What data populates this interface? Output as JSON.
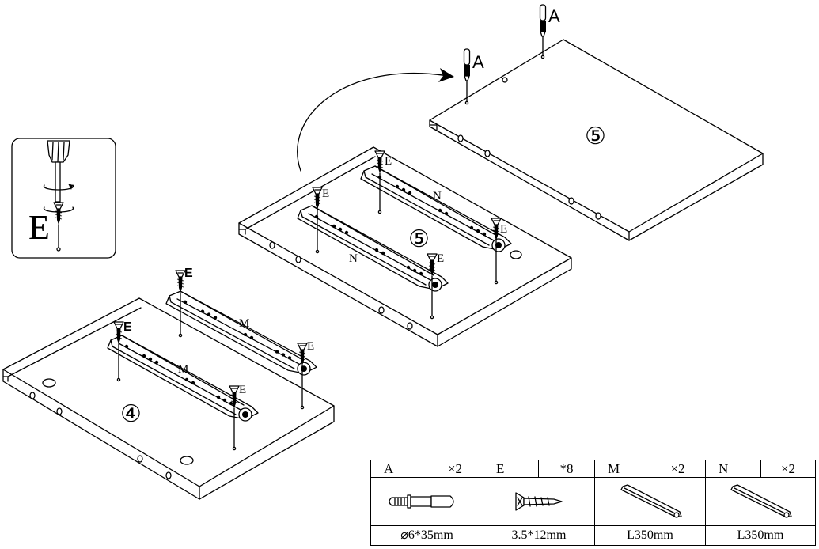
{
  "labels": {
    "dowel": "A",
    "screw": "E",
    "rail_left": "M",
    "rail_right": "N",
    "panel_bottom": "④",
    "panel_top": "⑤"
  },
  "parts_table": [
    {
      "code": "A",
      "qty": "×2",
      "icon": "wooden-dowel-icon",
      "size": "⌀6*35mm"
    },
    {
      "code": "E",
      "qty": "*8",
      "icon": "screw-icon",
      "size": "3.5*12mm"
    },
    {
      "code": "M",
      "qty": "×2",
      "icon": "drawer-rail-icon",
      "size": "L350mm"
    },
    {
      "code": "N",
      "qty": "×2",
      "icon": "drawer-rail-icon",
      "size": "L350mm"
    }
  ]
}
